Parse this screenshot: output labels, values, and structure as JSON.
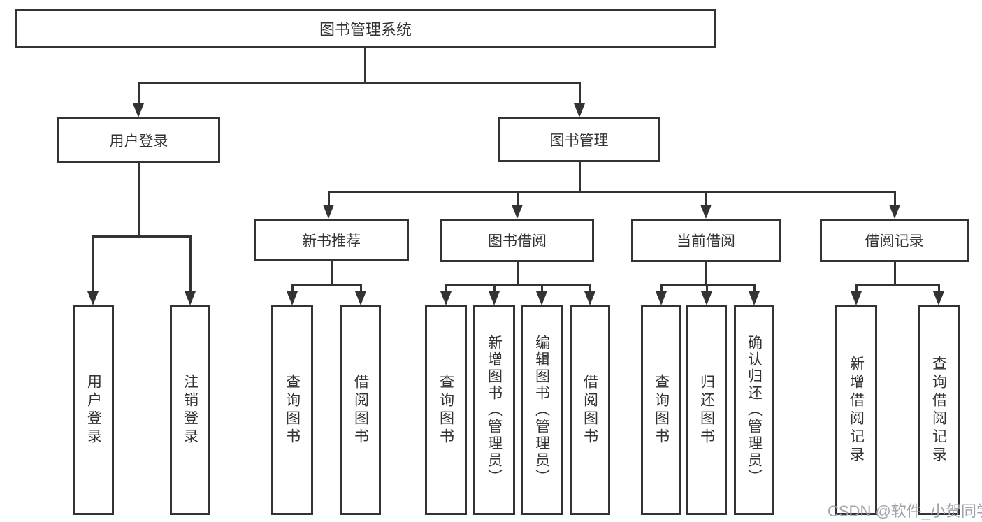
{
  "diagram": {
    "root": "图书管理系统",
    "level1": {
      "user_login": "用户登录",
      "book_mgmt": "图书管理"
    },
    "level2": {
      "new_books": "新书推荐",
      "book_borrow": "图书借阅",
      "current_borrow": "当前借阅",
      "borrow_records": "借阅记录"
    },
    "leaves": {
      "user_login_leaf": "用户登录",
      "logout": "注销登录",
      "nb_query": "查询图书",
      "nb_borrow": "借阅图书",
      "bb_query": "查询图书",
      "bb_add": "新增图书（管理员）",
      "bb_edit": "编辑图书（管理员）",
      "bb_borrow": "借阅图书",
      "cb_query": "查询图书",
      "cb_return": "归还图书",
      "cb_confirm": "确认归还（管理员）",
      "br_add": "新增借阅记录",
      "br_query": "查询借阅记录"
    }
  },
  "watermark": "CSDN @软件_小贺同学",
  "colors": {
    "line": "#333333",
    "border": "#333333",
    "text": "#333333",
    "background": "#ffffff",
    "watermark": "#a2a2aa"
  }
}
